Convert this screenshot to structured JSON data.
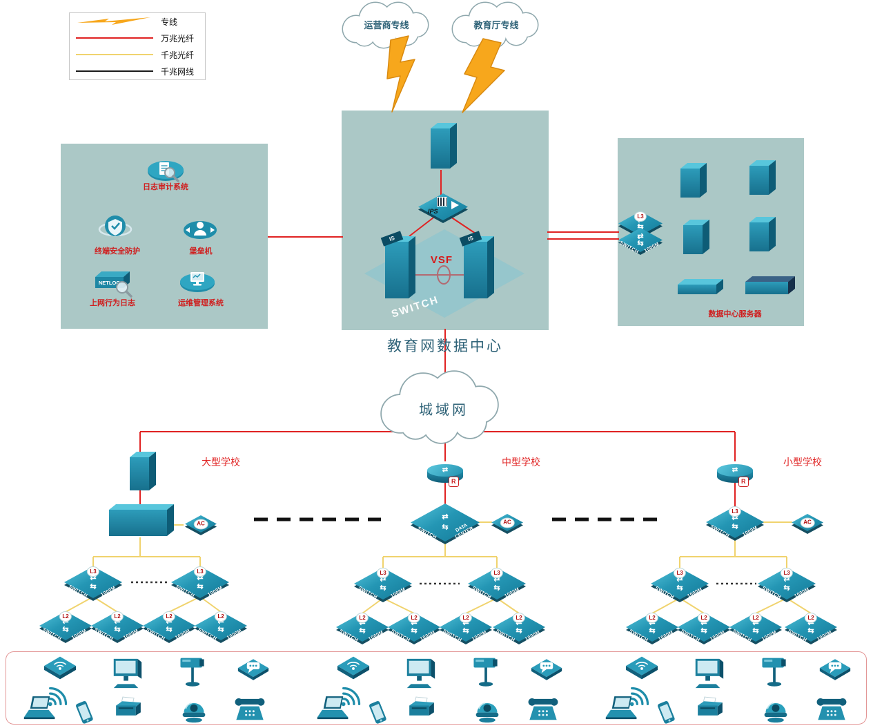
{
  "legend": {
    "items": [
      {
        "label": "专线",
        "type": "lightning"
      },
      {
        "label": "万兆光纤",
        "type": "red-line"
      },
      {
        "label": "千兆光纤",
        "type": "yellow-line"
      },
      {
        "label": "千兆网线",
        "type": "black-line"
      }
    ]
  },
  "clouds": {
    "operator": "运营商专线",
    "education": "教育厅专线",
    "man": "城域网"
  },
  "datacenter": {
    "title": "教育网数据中心",
    "vsf_label": "VSF",
    "ips_label": "IPS",
    "switch_label": "SWITCH",
    "server_badge": "IS"
  },
  "security_box": {
    "log_audit": "日志审计系统",
    "terminal_security": "终端安全防护",
    "bastion": "堡垒机",
    "netlog_label": "NETLOG",
    "net_behavior": "上网行为日志",
    "ops_mgmt": "运维管理系统"
  },
  "server_box": {
    "title": "数据中心服务器"
  },
  "schools": {
    "large": {
      "name": "大型学校"
    },
    "medium": {
      "name": "中型学校",
      "core_top": "DATA",
      "core_bottom": "CENTER"
    },
    "small": {
      "name": "小型学校"
    }
  },
  "labels": {
    "switch": "SWITCH",
    "m1000": "1000M",
    "l2": "L2",
    "l3": "L3",
    "ac": "AC",
    "r": "R"
  },
  "endpoints": [
    "wireless-ap",
    "wifi-signal",
    "laptop",
    "smartphone",
    "desktop-monitor",
    "printer",
    "ptz-camera",
    "dome-camera",
    "im-terminal",
    "telephone"
  ],
  "colors": {
    "ten_g_fiber": "#e02222",
    "one_g_fiber": "#f0d36e",
    "cat_cable": "#1a1a1a",
    "dedicated_line": "#f7a71c",
    "zone_bg": "#abc8c6",
    "device_teal": "#2496b4"
  }
}
